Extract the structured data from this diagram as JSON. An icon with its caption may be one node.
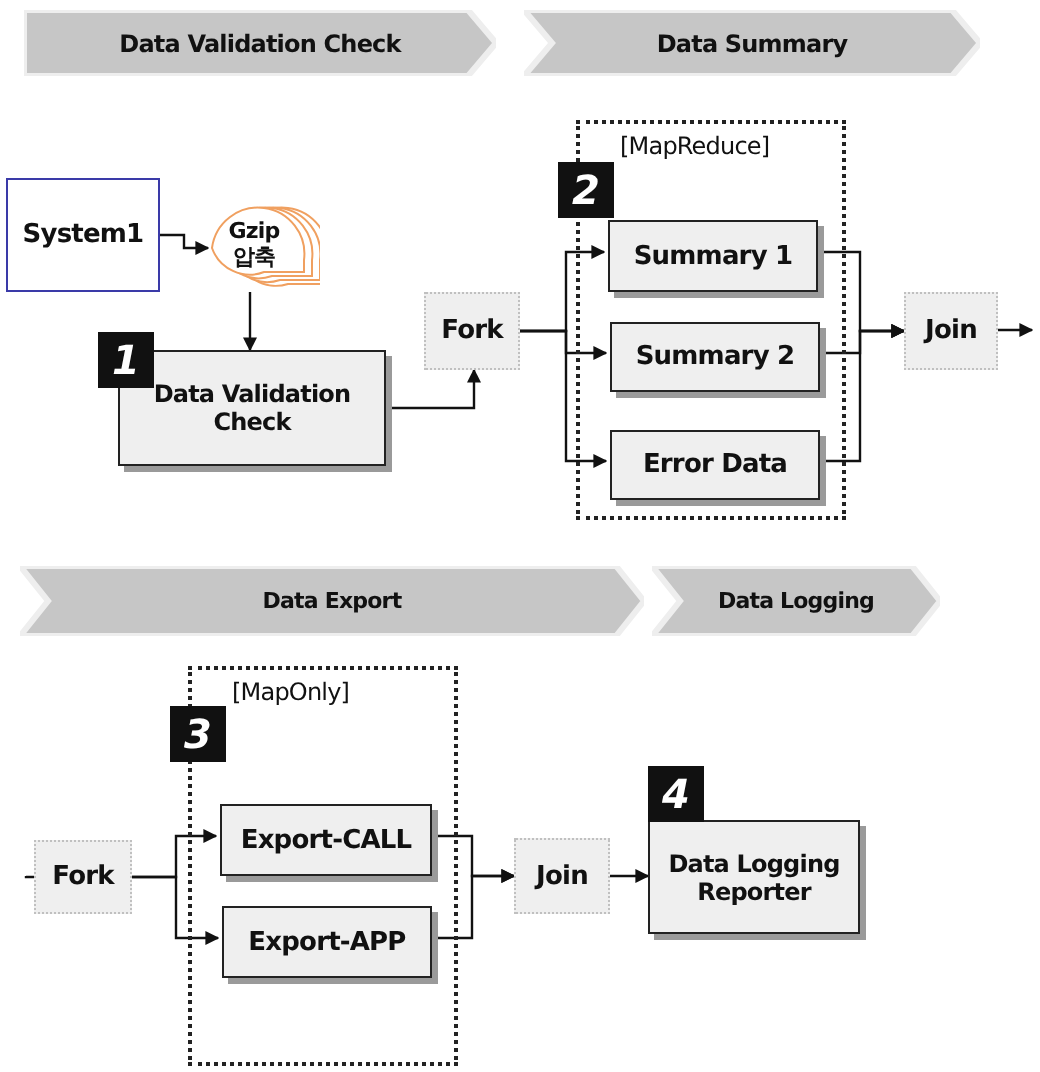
{
  "diagram": {
    "nodes": [
      {
        "text": [
          "Data Validation Check"
        ]
      },
      {
        "text": [
          "Data Summary"
        ]
      },
      {
        "text": [
          "System1"
        ]
      },
      {
        "text": [
          "Gzip 압축"
        ]
      },
      {
        "text": [
          "Data Validation Check"
        ]
      },
      {
        "text": [
          "Fork"
        ]
      },
      {
        "text": [
          "[MapReduce]"
        ]
      },
      {
        "text": [
          "Summary 1"
        ],
        "in": 6
      },
      {
        "text": [
          "Summary 2"
        ],
        "in": 6
      },
      {
        "text": [
          "Error Data"
        ],
        "in": 6
      },
      {
        "text": [
          "Join"
        ]
      },
      {
        "text": [
          "Data Export"
        ]
      },
      {
        "text": [
          "Data Logging"
        ]
      },
      {
        "text": [
          "Fork"
        ]
      },
      {
        "text": [
          "[MapOnly]"
        ]
      },
      {
        "text": [
          "Export-CALL"
        ],
        "in": 14
      },
      {
        "text": [
          "Export-APP"
        ],
        "in": 14
      },
      {
        "text": [
          "Join"
        ]
      },
      {
        "text": [
          "Data Logging Reporter"
        ]
      }
    ],
    "edges": [
      {
        "from": 2,
        "to": 3,
        "arrow": "to"
      },
      {
        "from": 3,
        "to": 4,
        "arrow": "to"
      },
      {
        "from": 4,
        "to": 5,
        "arrow": "to"
      },
      {
        "from": 5,
        "to": 7,
        "arrow": "to"
      },
      {
        "from": 5,
        "to": 8,
        "arrow": "to"
      },
      {
        "from": 5,
        "to": 9,
        "arrow": "to"
      },
      {
        "from": 7,
        "to": 10,
        "arrow": "to"
      },
      {
        "from": 8,
        "to": 10,
        "arrow": "to"
      },
      {
        "from": 9,
        "to": 10,
        "arrow": "to"
      },
      {
        "from": 10,
        "to": null,
        "arrow": "to"
      },
      {
        "from": null,
        "to": 13,
        "arrow": "none"
      },
      {
        "from": 13,
        "to": 15,
        "arrow": "to"
      },
      {
        "from": 13,
        "to": 16,
        "arrow": "to"
      },
      {
        "from": 15,
        "to": 17,
        "arrow": "to"
      },
      {
        "from": 16,
        "to": 17,
        "arrow": "to"
      },
      {
        "from": 17,
        "to": 18,
        "arrow": "to"
      }
    ],
    "labels": [
      "1",
      "2",
      "3",
      "4"
    ]
  }
}
